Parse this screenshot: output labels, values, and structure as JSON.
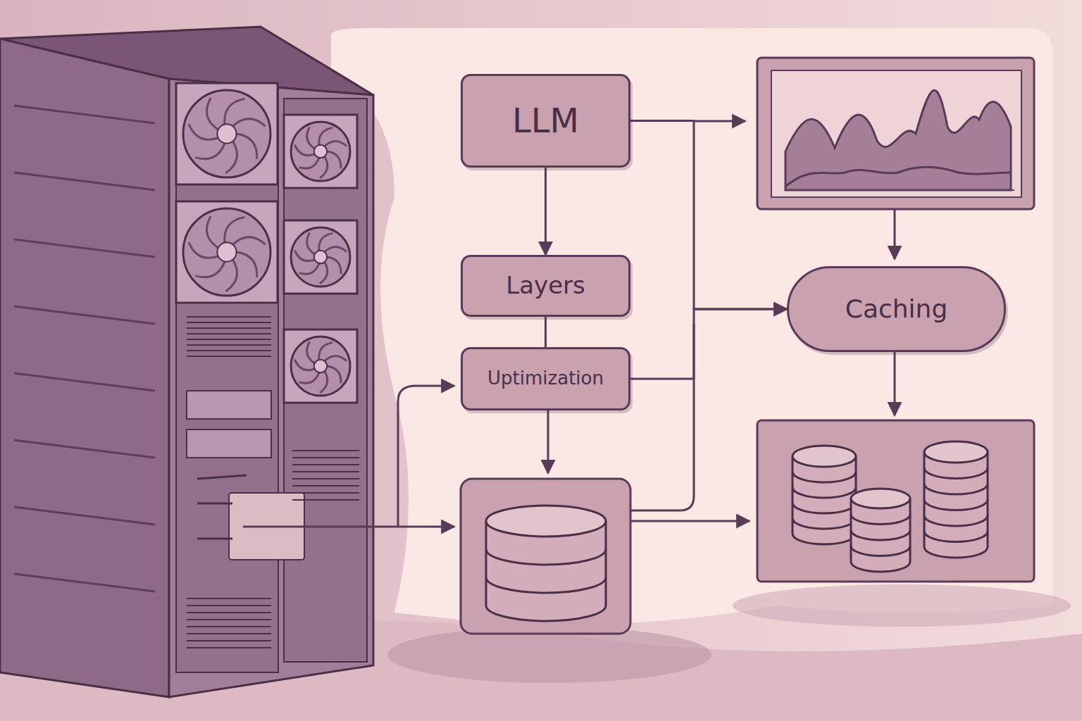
{
  "diagram": {
    "nodes": [
      {
        "text": [
          "LLM"
        ]
      },
      {
        "text": [
          "Layers"
        ]
      },
      {
        "text": [
          "Uptimization"
        ]
      },
      {
        "text": [
          "Caching"
        ]
      }
    ],
    "edges": [
      {
        "from": 0,
        "to": 1,
        "arrow": "to"
      },
      {
        "from": 1,
        "to": 2,
        "arrow": "none"
      },
      {
        "from": 0,
        "to": 3,
        "arrow": "to"
      },
      {
        "from": 2,
        "to": 3,
        "arrow": "to"
      }
    ]
  }
}
